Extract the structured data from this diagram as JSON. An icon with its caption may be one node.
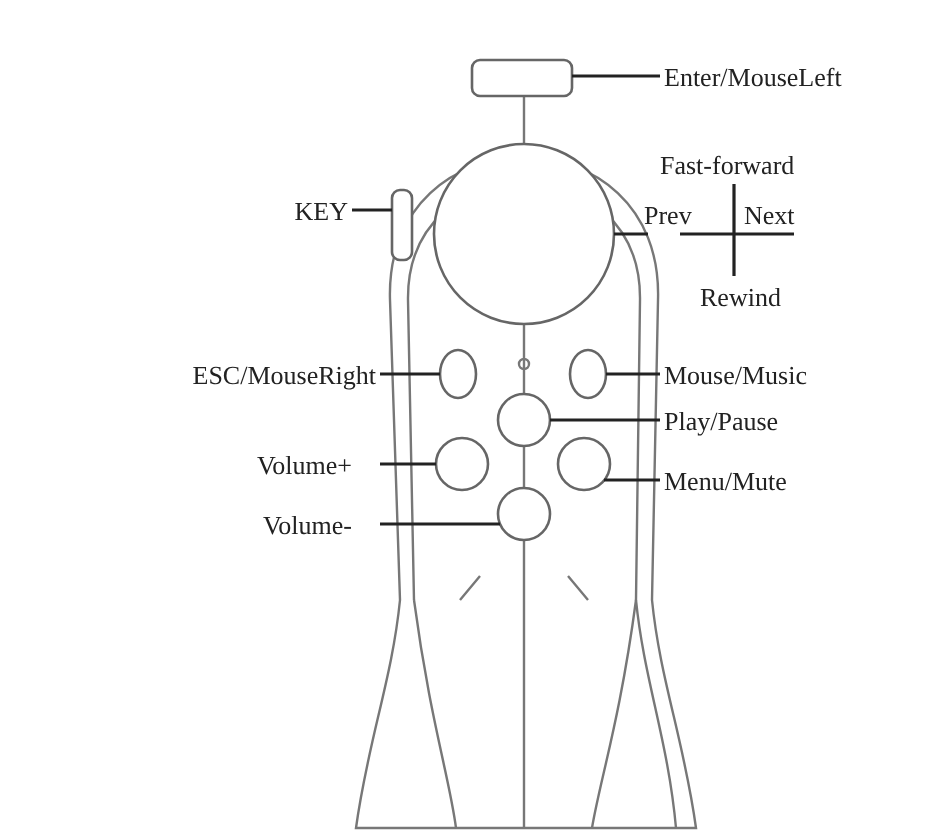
{
  "diagram": {
    "nodes": [
      {
        "text": [
          "Enter/MouseLeft"
        ]
      },
      {
        "text": [],
        "shape": "box"
      },
      {
        "text": [
          "KEY"
        ]
      },
      {
        "text": [],
        "shape": "box"
      },
      {
        "text": [
          "Prev"
        ]
      },
      {
        "text": [],
        "shape": "circle"
      },
      {
        "text": [
          "ESC/MouseRight"
        ]
      },
      {
        "text": [],
        "shape": "circle"
      },
      {
        "text": [
          "Mouse/Music"
        ]
      },
      {
        "text": [],
        "shape": "circle"
      },
      {
        "text": [
          "Play/Pause"
        ]
      },
      {
        "text": [],
        "shape": "circle"
      },
      {
        "text": [
          "Volume+"
        ]
      },
      {
        "text": [],
        "shape": "circle"
      },
      {
        "text": [
          "Menu/Mute"
        ]
      },
      {
        "text": [],
        "shape": "circle"
      },
      {
        "text": [
          "Volume-"
        ]
      },
      {
        "text": [],
        "shape": "circle"
      }
    ],
    "edges": [
      {
        "from": 0,
        "to": 1,
        "arrow": "none"
      },
      {
        "from": 2,
        "to": 3,
        "arrow": "none"
      },
      {
        "from": 4,
        "to": 5,
        "arrow": "none"
      },
      {
        "from": 6,
        "to": 7,
        "arrow": "none"
      },
      {
        "from": 8,
        "to": 9,
        "arrow": "none"
      },
      {
        "from": 10,
        "to": 11,
        "arrow": "none"
      },
      {
        "from": 12,
        "to": 13,
        "arrow": "none"
      },
      {
        "from": 14,
        "to": 15,
        "arrow": "none"
      },
      {
        "from": 16,
        "to": 17,
        "arrow": "none"
      }
    ],
    "labels": [
      "Fast-forward",
      "Next",
      "Rewind"
    ]
  }
}
